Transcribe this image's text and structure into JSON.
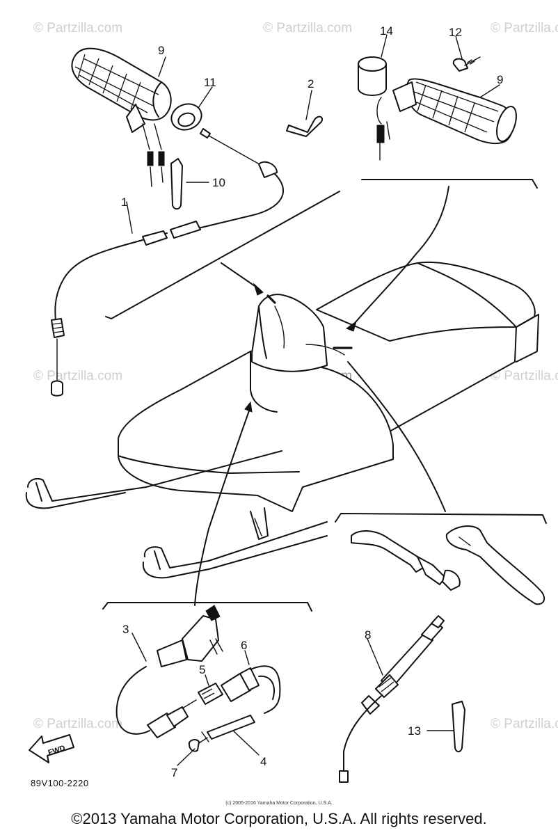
{
  "watermark": "© Partzilla.com",
  "callouts": {
    "c1": "1",
    "c2": "2",
    "c3": "3",
    "c4": "4",
    "c5": "5",
    "c6": "6",
    "c7": "7",
    "c8": "8",
    "c9a": "9",
    "c9b": "9",
    "c10": "10",
    "c11": "11",
    "c12": "12",
    "c13": "13",
    "c14": "14"
  },
  "fwd_label": "FWD",
  "diagram_code": "89V100-2220",
  "small_copyright": "(c) 2005-2016 Yamaha Motor Corporation, U.S.A.",
  "copyright": "©2013 Yamaha Motor Corporation, U.S.A. All rights reserved."
}
